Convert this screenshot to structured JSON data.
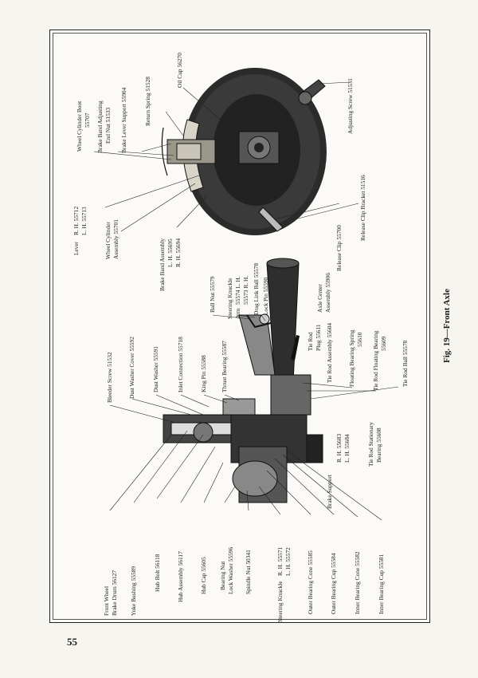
{
  "page_number": "55",
  "figure_caption": "Fig. 19—Front Axle",
  "labels": [
    {
      "id": "front-wheel-brake-drum",
      "text": "Front Wheel"
    },
    {
      "id": "front-wheel-brake-drum-2",
      "text": "Brake Drum 56127"
    },
    {
      "id": "yoke-bushing",
      "text": "Yoke Bushing 55589"
    },
    {
      "id": "hub-bolt",
      "text": "Hub Bolt 56118"
    },
    {
      "id": "hub-assembly",
      "text": "Hub Assembly 56117"
    },
    {
      "id": "hub-cap",
      "text": "Hub Cap 55605"
    },
    {
      "id": "bearing-nut",
      "text": "Bearing Nut"
    },
    {
      "id": "bearing-nut-2",
      "text": "Lock Washer 55596"
    },
    {
      "id": "spindle-nut",
      "text": "Spindle Nut 50341"
    },
    {
      "id": "steering-knuckle",
      "text": "Steering Knuckle"
    },
    {
      "id": "steering-knuckle-rh",
      "text": "R. H. 55571"
    },
    {
      "id": "steering-knuckle-lh",
      "text": "L. H. 55572"
    },
    {
      "id": "outer-bearing-cone",
      "text": "Outer Bearing Cone 55585"
    },
    {
      "id": "outer-bearing-cup",
      "text": "Outer Bearing Cup 55584"
    },
    {
      "id": "inner-bearing-cone",
      "text": "Inner Bearing Cone 55582"
    },
    {
      "id": "inner-bearing-cup",
      "text": "Inner Bearing Cup 55581"
    },
    {
      "id": "bleeder-screw",
      "text": "Bleeder Screw 51532"
    },
    {
      "id": "dust-washer-cover",
      "text": "Dust Washer Cover 55592"
    },
    {
      "id": "dust-washer",
      "text": "Dust Washer 55591"
    },
    {
      "id": "inlet-connection",
      "text": "Inlet Connection 55718"
    },
    {
      "id": "king-pin",
      "text": "King Pin 55588"
    },
    {
      "id": "thrust-bearing",
      "text": "Thrust Bearing 55587"
    },
    {
      "id": "ball-nut",
      "text": "Ball Nut 55579"
    },
    {
      "id": "steering-knuckle-arm",
      "text": "Steering Knuckle"
    },
    {
      "id": "steering-knuckle-arm-2",
      "text": "Arm"
    },
    {
      "id": "steering-knuckle-arm-lh",
      "text": "55574 L. H."
    },
    {
      "id": "steering-knuckle-arm-rh",
      "text": "55573 R. H."
    },
    {
      "id": "drag-link-ball",
      "text": "Drag Link Ball 55578"
    },
    {
      "id": "lock-pin",
      "text": "Lock Pin 55590"
    },
    {
      "id": "tie-rod-plug",
      "text": "Tie Rod"
    },
    {
      "id": "tie-rod-plug-2",
      "text": "Plug 55611"
    },
    {
      "id": "tie-rod-assembly",
      "text": "Tie Rod Assembly 55604"
    },
    {
      "id": "axle-center-assembly",
      "text": "Axle Center"
    },
    {
      "id": "axle-center-assembly-2",
      "text": "Assembly 55906"
    },
    {
      "id": "floating-bearing-spring",
      "text": "Floating Bearing Spring"
    },
    {
      "id": "floating-bearing-spring-2",
      "text": "55610"
    },
    {
      "id": "tie-rod-floating-bearing",
      "text": "Tie Rod Floating Bearing"
    },
    {
      "id": "tie-rod-floating-bearing-2",
      "text": "55609"
    },
    {
      "id": "tie-rod-ball",
      "text": "Tie Rod Ball 55578"
    },
    {
      "id": "brake-support",
      "text": "Brake Support"
    },
    {
      "id": "brake-support-rh",
      "text": "R. H. 55683"
    },
    {
      "id": "brake-support-lh",
      "text": "L. H. 55684"
    },
    {
      "id": "tie-rod-stationary-bearing",
      "text": "Tie Rod Stationary"
    },
    {
      "id": "tie-rod-stationary-bearing-2",
      "text": "Bearing 55608"
    },
    {
      "id": "lever",
      "text": "Lever"
    },
    {
      "id": "lever-rh",
      "text": "R. H. 55712"
    },
    {
      "id": "lever-lh",
      "text": "L. H. 55713"
    },
    {
      "id": "wheel-cylinder-assembly",
      "text": "Wheel Cylinder"
    },
    {
      "id": "wheel-cylinder-assembly-2",
      "text": "Assembly 55701"
    },
    {
      "id": "brake-band-assembly",
      "text": "Brake Band Assembly"
    },
    {
      "id": "brake-band-assembly-lh",
      "text": "L. H. 55695"
    },
    {
      "id": "brake-band-assembly-rh",
      "text": "R. H. 55694"
    },
    {
      "id": "release-clip",
      "text": "Release Clip 55700"
    },
    {
      "id": "release-clip-bracket",
      "text": "Release Clip Bracket 51516"
    },
    {
      "id": "wheel-cylinder-boot",
      "text": "Wheel Cylinder Boot"
    },
    {
      "id": "wheel-cylinder-boot-2",
      "text": "55707"
    },
    {
      "id": "brake-band-adjusting-nut",
      "text": "Brake Band Adjusting"
    },
    {
      "id": "brake-band-adjusting-nut-2",
      "text": "End Nut 51533"
    },
    {
      "id": "brake-lever-support",
      "text": "Brake Lever Support 55904"
    },
    {
      "id": "return-spring",
      "text": "Return Spring 51528"
    },
    {
      "id": "oil-cup",
      "text": "Oil Cup 56270"
    },
    {
      "id": "adjusting-screw",
      "text": "Adjusting Screw 51531"
    }
  ]
}
